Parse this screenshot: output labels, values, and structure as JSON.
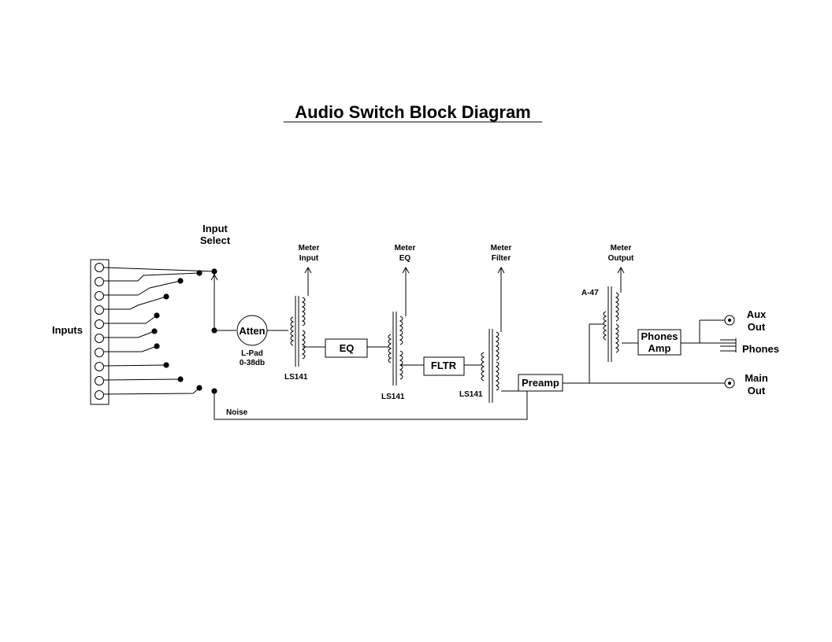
{
  "title": "Audio Switch Block Diagram",
  "labels": {
    "inputs": "Inputs",
    "input_select": [
      "Input",
      "Select"
    ],
    "noise": "Noise",
    "lpad": [
      "L-Pad",
      "0-38db"
    ],
    "xfmr_1": "LS141",
    "xfmr_2": "LS141",
    "xfmr_3": "LS141",
    "xfmr_4": "A-47",
    "aux_out": [
      "Aux",
      "Out"
    ],
    "main_out": [
      "Main",
      "Out"
    ],
    "phones": "Phones"
  },
  "blocks": {
    "atten": "Atten",
    "eq": "EQ",
    "fltr": "FLTR",
    "preamp": "Preamp",
    "phones_amp": [
      "Phones",
      "Amp"
    ]
  },
  "meters": {
    "input": [
      "Meter",
      "Input"
    ],
    "eq": [
      "Meter",
      "EQ"
    ],
    "filter": [
      "Meter",
      "Filter"
    ],
    "output": [
      "Meter",
      "Output"
    ]
  },
  "input_jack_count": 10
}
